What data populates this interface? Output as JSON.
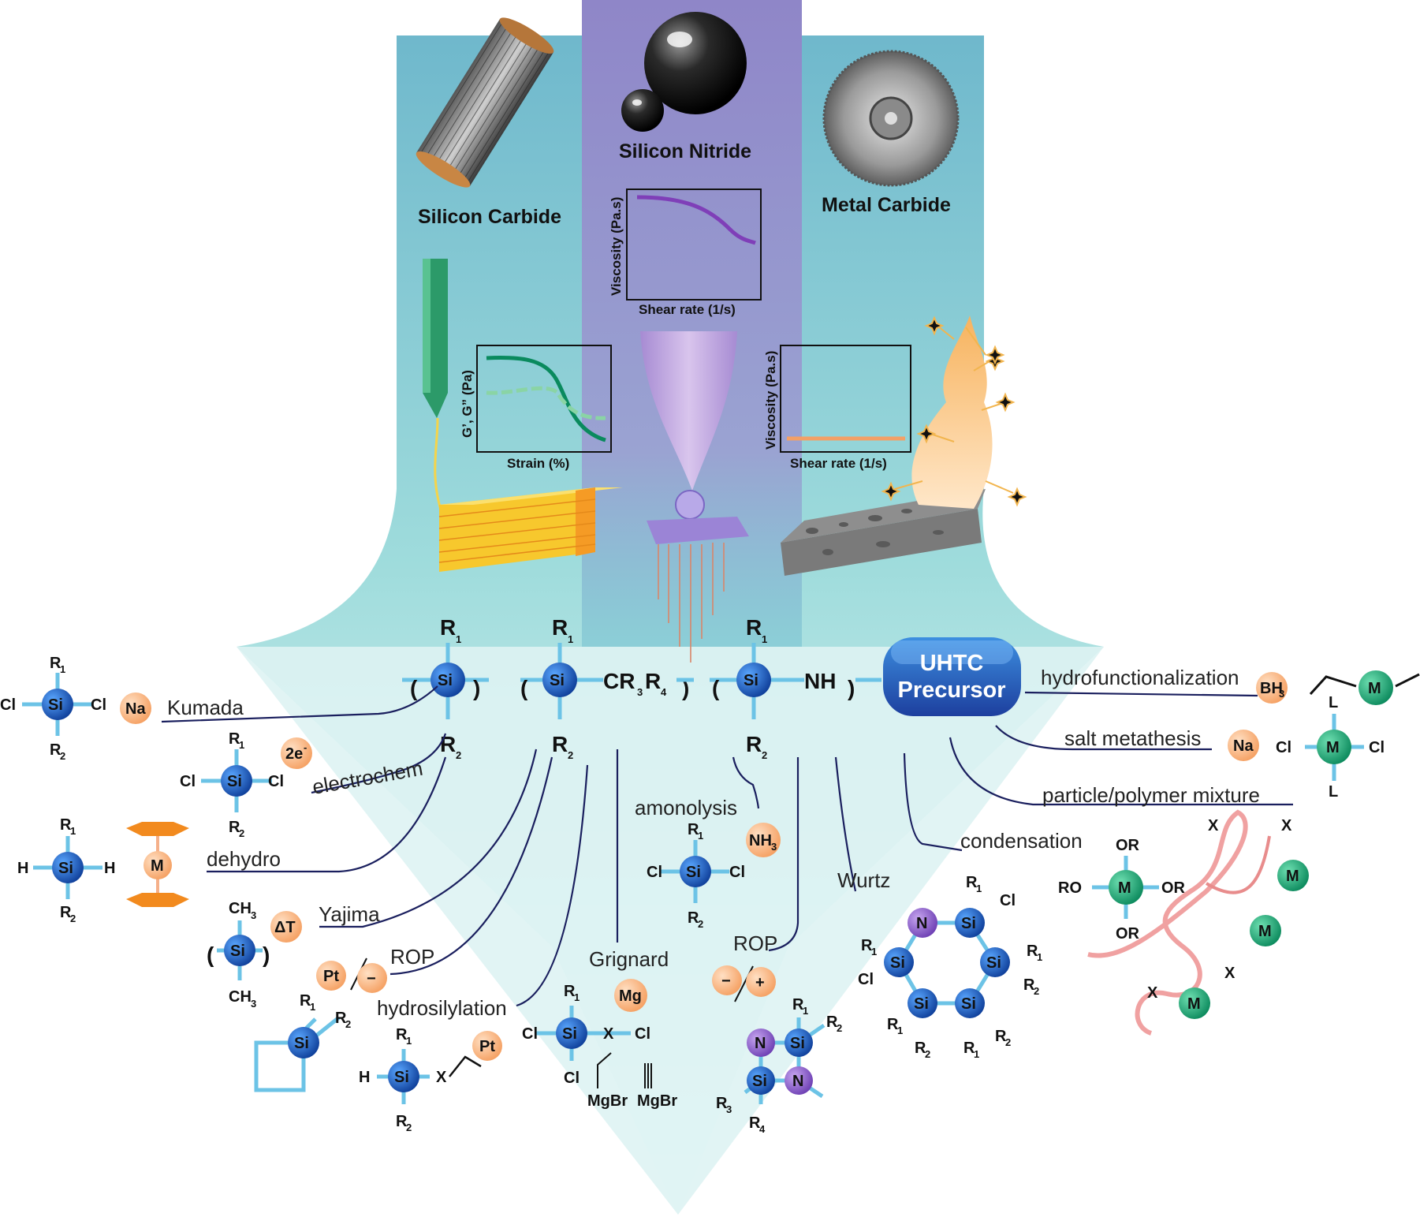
{
  "products": {
    "silicon_carbide": "Silicon Carbide",
    "silicon_nitride": "Silicon Nitride",
    "metal_carbide": "Metal Carbide"
  },
  "plots": {
    "storage_loss": {
      "x": "Strain (%)",
      "y": "G’, G” (Pa)"
    },
    "shear_thinning": {
      "x": "Shear rate (1/s)",
      "y": "Viscosity (Pa.s)"
    },
    "newtonian": {
      "x": "Shear rate (1/s)",
      "y": "Viscosity (Pa.s)"
    }
  },
  "central": {
    "uhtc_1": "UHTC",
    "uhtc_2": "Precursor",
    "si": "Si",
    "r1": "R",
    "r2": "R",
    "s1": "1",
    "s2": "2",
    "cr": "CR",
    "cr_s3": "3",
    "cr_r4": "R",
    "cr_s4": "4",
    "nh": "NH"
  },
  "routes": {
    "kumada": "Kumada",
    "electrochem": "electrochem",
    "dehydro": "dehydro",
    "yajima": "Yajima",
    "rop": "ROP",
    "hydrosilylation": "hydrosilylation",
    "grignard": "Grignard",
    "amonolysis": "amonolysis",
    "rop2": "ROP",
    "wurtz": "Wurtz",
    "condensation": "condensation",
    "particle": "particle/polymer mixture",
    "salt": "salt metathesis",
    "hydrofunc": "hydrofunctionalization"
  },
  "reagents": {
    "na": "Na",
    "e": "2e",
    "e_sup": "-",
    "m": "M",
    "dt": "ΔT",
    "pt": "Pt",
    "minus": "−",
    "plus": "+",
    "mg": "Mg",
    "nh3": "NH",
    "nh3_sub": "3",
    "bh3": "BH",
    "bh3_sub": "3",
    "na2": "Na"
  },
  "atoms": {
    "cl": "Cl",
    "h": "H",
    "r": "R",
    "s1": "1",
    "s2": "2",
    "s3": "3",
    "s4": "4",
    "ch3": "CH",
    "x": "X",
    "mgbr": "MgBr",
    "n": "N",
    "m": "M",
    "or": "OR",
    "ro": "RO",
    "l": "L"
  }
}
